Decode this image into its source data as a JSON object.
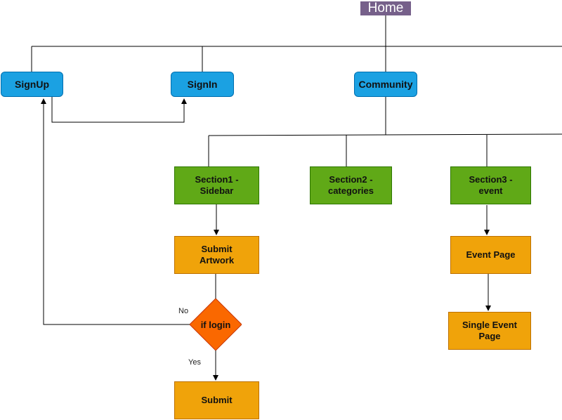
{
  "nodes": {
    "home": "Home",
    "signup": "SignUp",
    "signin": "SignIn",
    "community": "Community",
    "section1": "Section1 -\nSidebar",
    "section2": "Section2 -\ncategories",
    "section3": "Section3 -\nevent",
    "submit_artwork": "Submit\nArtwork",
    "if_login": "if login",
    "submit": "Submit",
    "event_page": "Event Page",
    "single_event_page": "Single Event\nPage"
  },
  "edge_labels": {
    "no": "No",
    "yes": "Yes"
  },
  "colors": {
    "home_fill": "#76608a",
    "blue_fill": "#1ba1e2",
    "green_fill": "#60a917",
    "orange_fill": "#f0a30a",
    "diamond_fill": "#fa6800"
  }
}
